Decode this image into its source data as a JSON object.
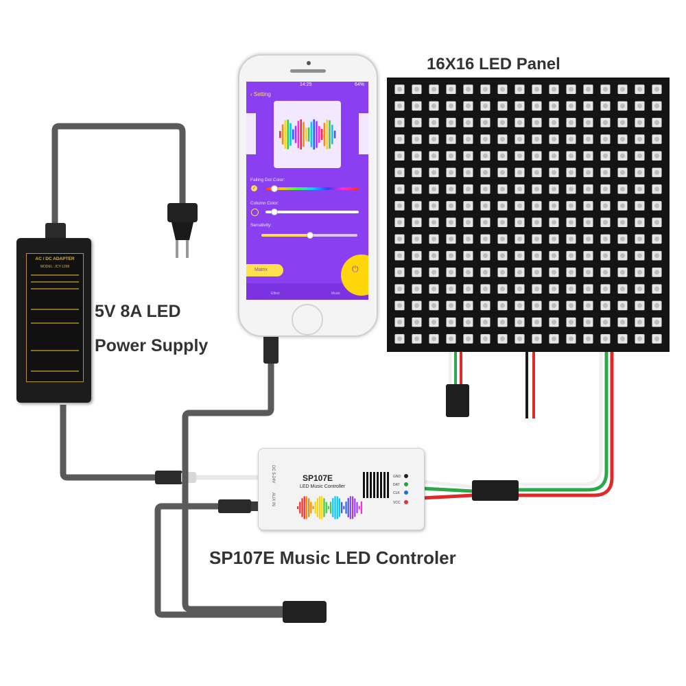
{
  "labels": {
    "panel": "16X16 LED Panel",
    "psu_line1": "5V 8A LED",
    "psu_line2": "Power Supply",
    "controller": "SP107E Music LED Controler"
  },
  "panel": {
    "rows": 16,
    "cols": 16
  },
  "phone": {
    "status_time": "14:25",
    "battery": "64%",
    "back_label": "Setting",
    "falling_dot_label": "Falling Dot Color:",
    "column_label": "Column Color:",
    "sensitivity_label": "Sensitivity:",
    "sensitivity_level": 0.5,
    "matrix_button": "Matrix",
    "tab_left": "Effect",
    "tab_right": "Music"
  },
  "psu": {
    "title": "AC / DC ADAPTER",
    "model": "MODEL: JCY-1268"
  },
  "controller": {
    "model": "SP107E",
    "name": "LED Music Controller",
    "dc_label": "DC 5-24V",
    "aux_label": "AUX IN",
    "pins": [
      "GND",
      "DAT",
      "CLK",
      "VCC"
    ]
  },
  "colors": {
    "app_purple": "#8a3ff0",
    "app_yellow": "#ffe14d",
    "cable_grey": "#5a5a5a",
    "wire_red": "#e02a2a",
    "wire_green": "#2aa84a",
    "wire_white": "#f0f0f0",
    "panel_dark": "#141414"
  },
  "icons": [
    "plug-icon",
    "qr-code-icon",
    "music-wave-icon",
    "power-icon"
  ]
}
